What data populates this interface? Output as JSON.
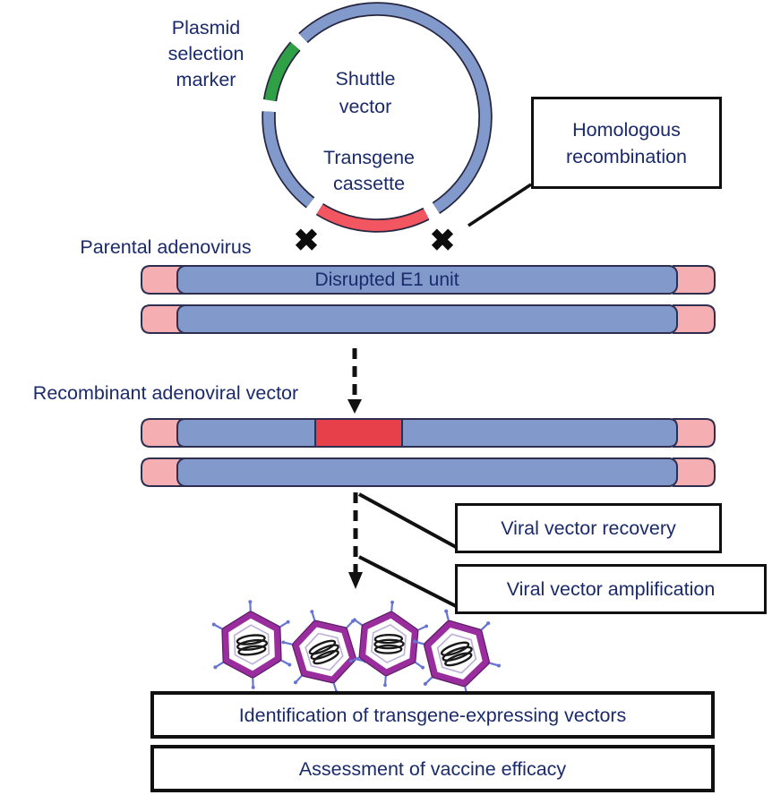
{
  "plasmid": {
    "selection_marker": "Plasmid\nselection\nmarker",
    "name": "Shuttle\nvector",
    "cassette": "Transgene\ncassette"
  },
  "labels": {
    "parental": "Parental adenovirus",
    "recombinant": "Recombinant adenoviral vector",
    "disrupted_e1": "Disrupted E1 unit",
    "cross_mark": "✖"
  },
  "steps": {
    "homologous": "Homologous recombination",
    "recovery": "Viral vector recovery",
    "amplification": "Viral vector amplification",
    "identification": "Identification of transgene-expressing vectors",
    "assessment": "Assessment of vaccine efficacy"
  },
  "colors": {
    "genome_blue": "#8299cb",
    "itr_pink": "#f5aeb1",
    "transgene_red": "#e7404a",
    "arc_red": "#f25660",
    "marker_green": "#30a047",
    "capsid_purple": "#9a2d9e",
    "fiber_blue": "#6674d4",
    "text_navy": "#1a2a6b"
  }
}
